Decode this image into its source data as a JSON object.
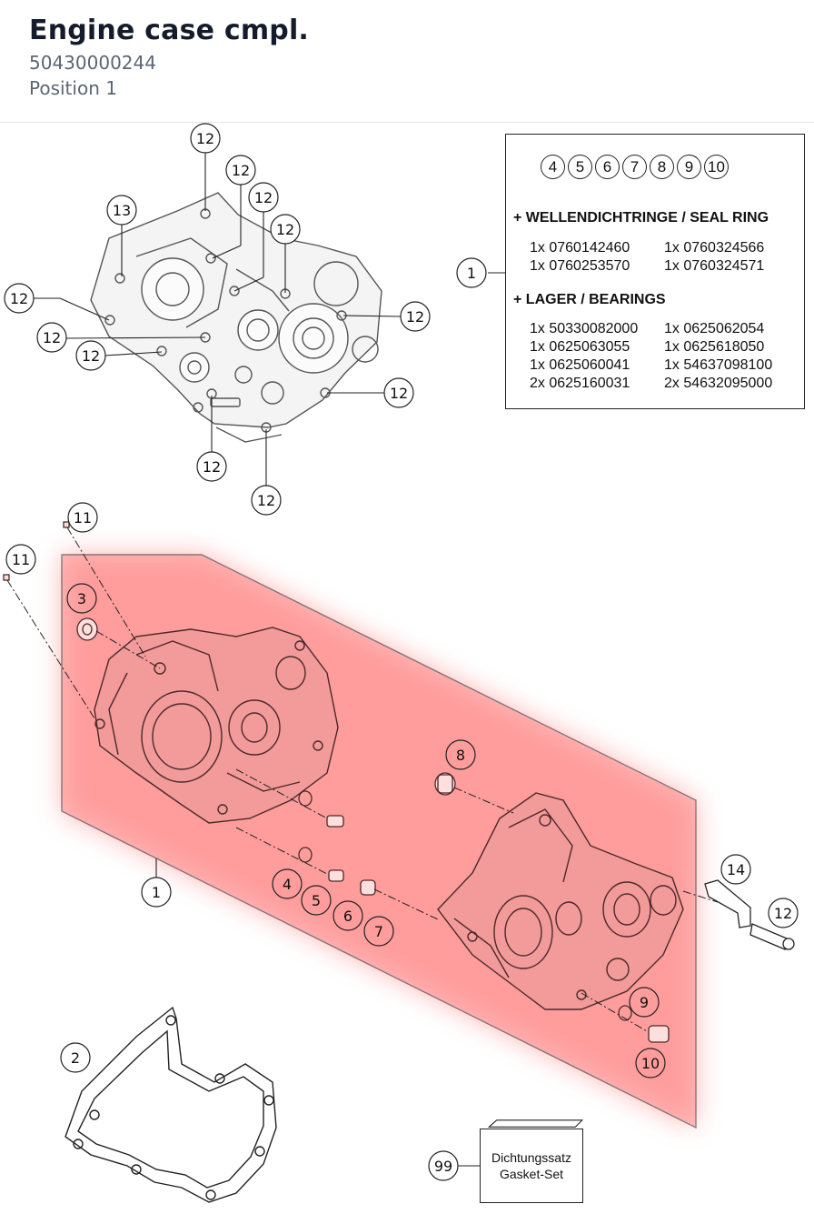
{
  "header": {
    "title": "Engine case cmpl.",
    "part_number": "50430000244",
    "position": "Position 1"
  },
  "info_box": {
    "numbers": [
      "4",
      "5",
      "6",
      "7",
      "8",
      "9",
      "10"
    ],
    "seal_heading": "+ WELLENDICHTRINGE / SEAL RING",
    "seal_items": [
      "1x 0760142460",
      "1x 0760324566",
      "1x 0760253570",
      "1x 0760324571"
    ],
    "bearing_heading": "+ LAGER / BEARINGS",
    "bearing_items": [
      "1x 50330082000",
      "1x 0625062054",
      "1x 0625063055",
      "1x 0625618050",
      "1x 0625060041",
      "1x 54637098100",
      "2x 0625160031",
      "2x 54632095000"
    ]
  },
  "gasket_box": {
    "line1": "Dichtungssatz",
    "line2": "Gasket-Set",
    "callout": "99"
  },
  "callouts": {
    "case": "1",
    "gasket": "2",
    "seal_small": "3",
    "c4": "4",
    "c5": "5",
    "c6": "6",
    "c7": "7",
    "c8": "8",
    "c9": "9",
    "c10": "10",
    "dowel_pin": "11",
    "screw": "12",
    "screw_special": "13",
    "bracket": "14"
  },
  "colors": {
    "highlight": "#ff7878",
    "line": "#222222"
  }
}
